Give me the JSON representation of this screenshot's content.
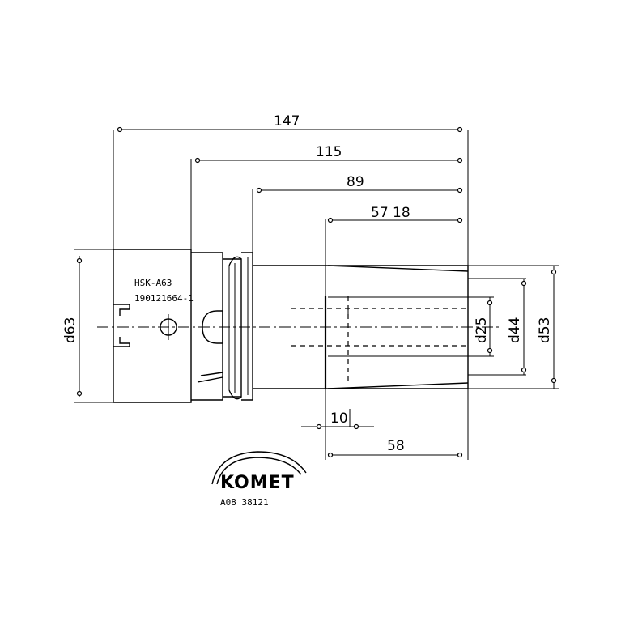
{
  "dimensions": {
    "overall_length": "147",
    "length_115": "115",
    "length_89": "89",
    "length_57_18": "57 18",
    "length_10": "10",
    "length_58": "58",
    "dia_63_left": "d63",
    "dia_25": "d25",
    "dia_44": "d44",
    "dia_53": "d53"
  },
  "shank_label": {
    "line1": "HSK-A63",
    "line2": "190121664-1"
  },
  "logo": {
    "brand": "KOMET"
  },
  "drawing_number": "A08 38121"
}
